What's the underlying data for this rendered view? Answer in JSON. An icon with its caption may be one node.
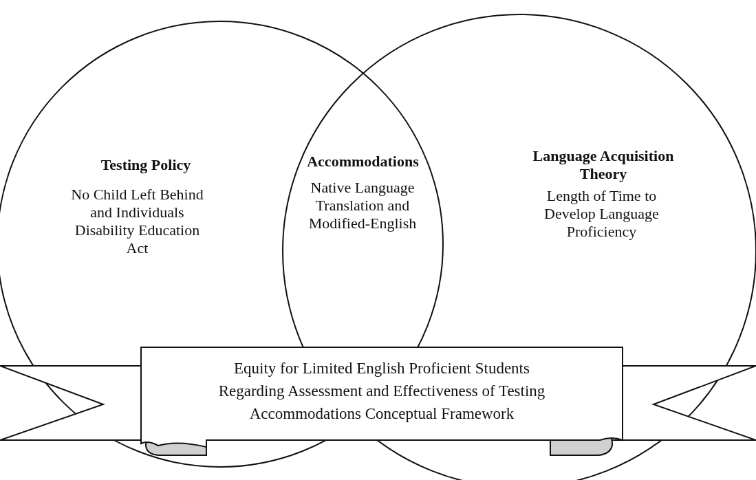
{
  "diagram": {
    "nodes": [
      {
        "text": [
          "Testing Policy",
          "No Child Left Behind and Individuals Disability Education Act"
        ]
      },
      {
        "text": [
          "Accommodations",
          "Native Language Translation and Modified-English"
        ]
      },
      {
        "text": [
          "Language Acquisition Theory",
          "Length of Time to Develop Language Proficiency"
        ]
      },
      {
        "text": [
          "Equity for Limited English Proficient Students Regarding Assessment and Effectiveness of Testing Accommodations Conceptual Framework"
        ]
      }
    ]
  }
}
